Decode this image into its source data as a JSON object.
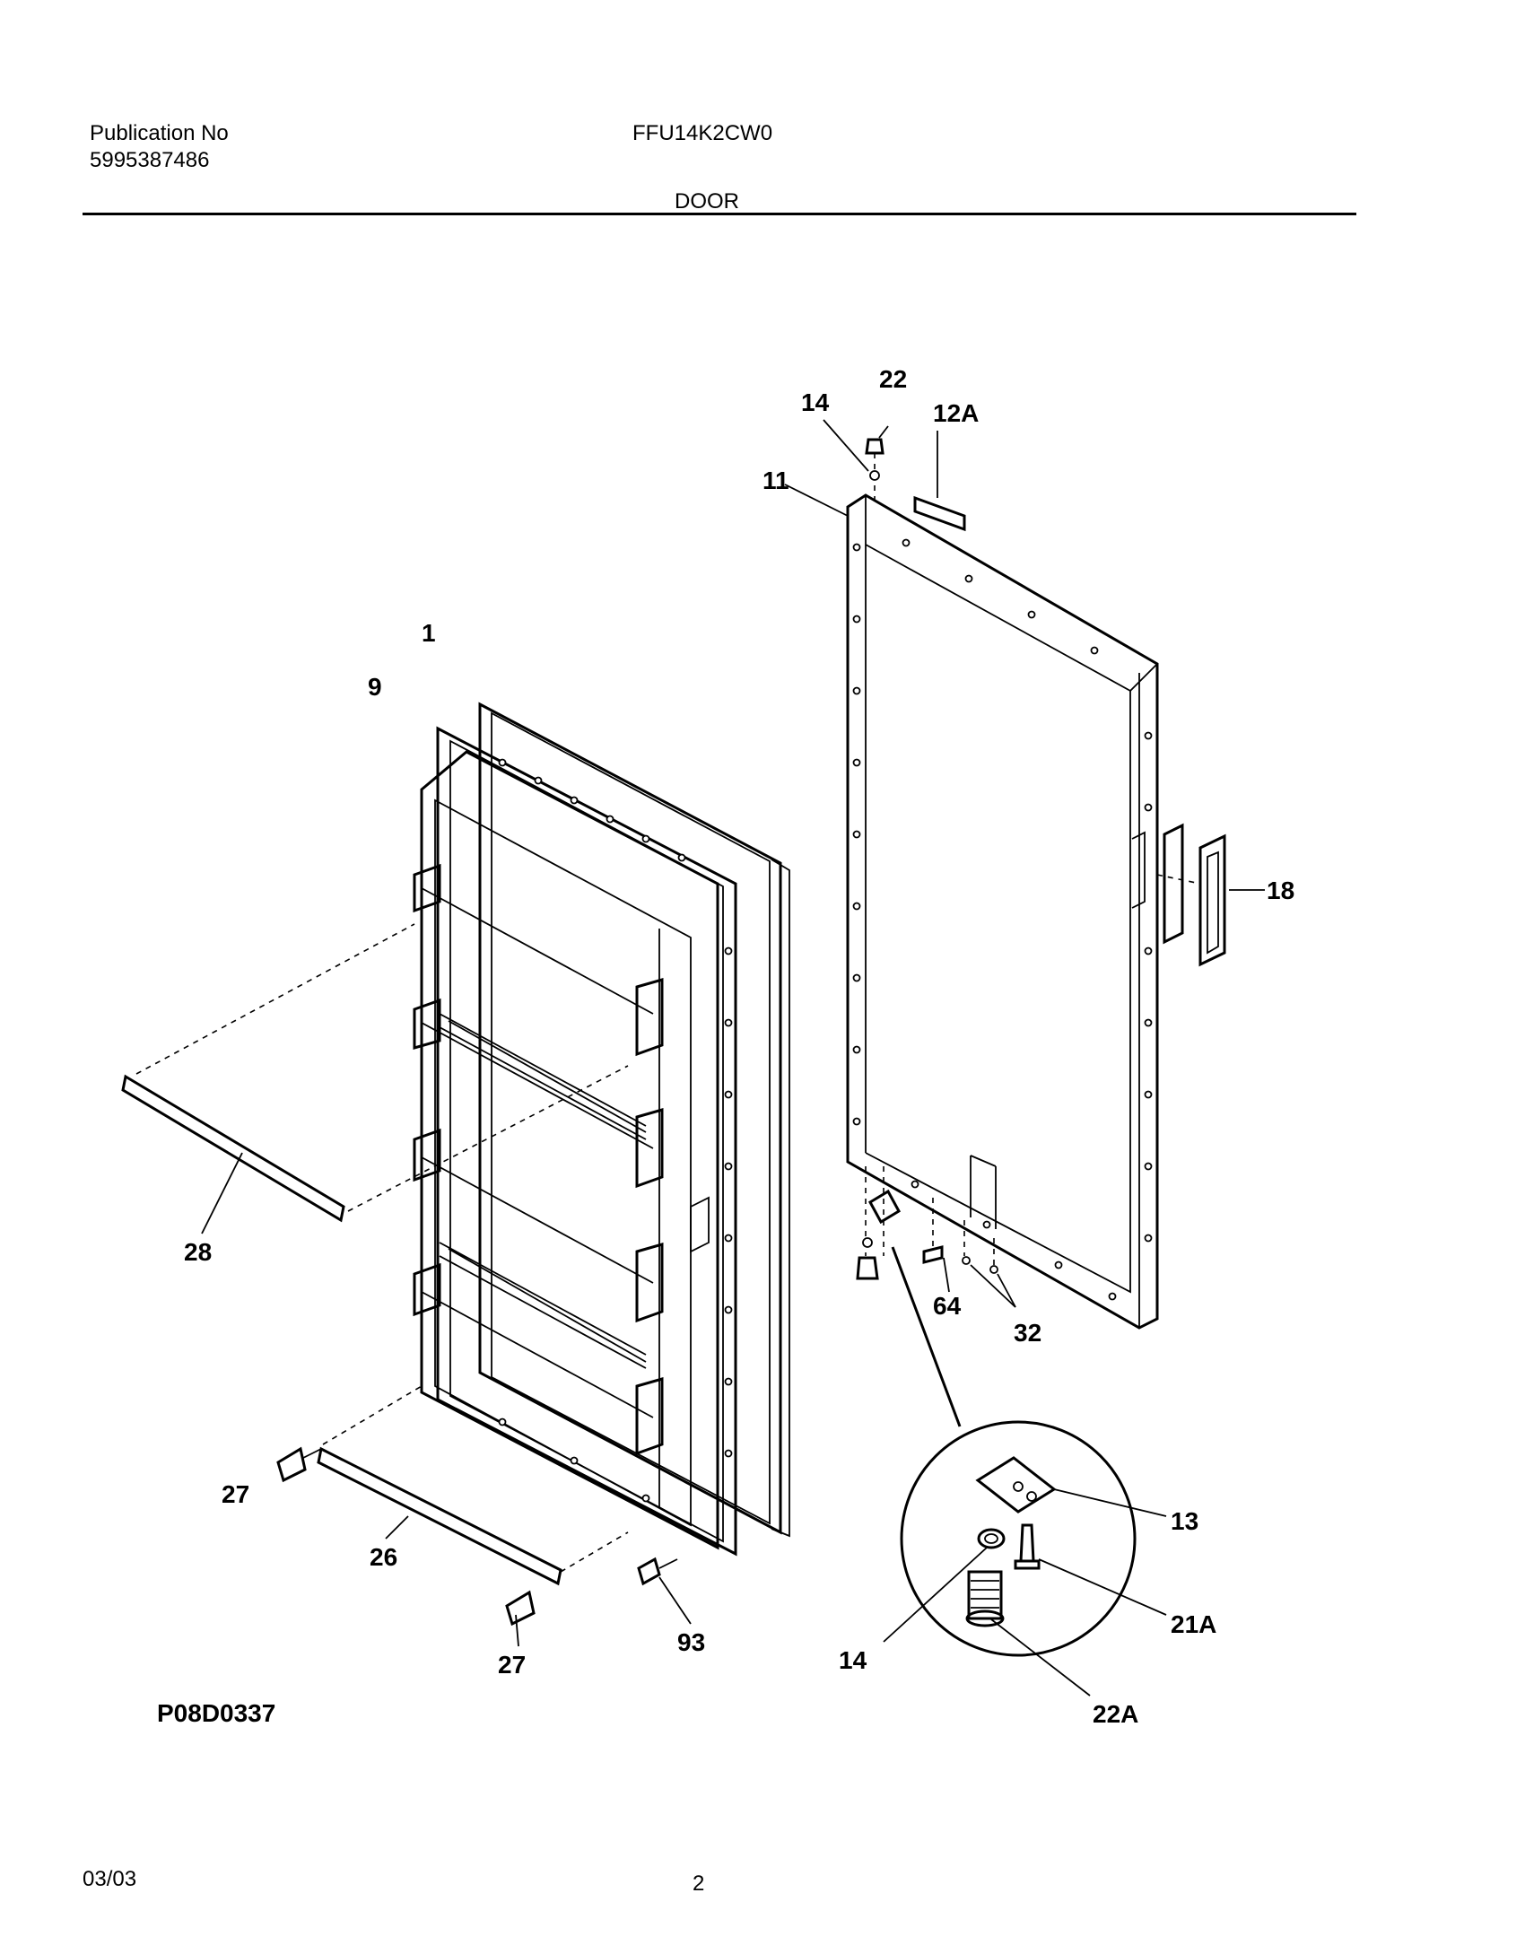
{
  "header": {
    "pub_label": "Publication No",
    "pub_number": "5995387486",
    "model": "FFU14K2CW0",
    "section": "DOOR"
  },
  "diagram_code": "P08D0337",
  "footer": {
    "date": "03/03",
    "page": "2"
  },
  "callouts": {
    "c1": "1",
    "c9": "9",
    "c28": "28",
    "c27a": "27",
    "c26": "26",
    "c27b": "27",
    "c93": "93",
    "c14a": "14",
    "c22": "22",
    "c12a": "12A",
    "c11": "11",
    "c18": "18",
    "c64": "64",
    "c32": "32",
    "c13": "13",
    "c14b": "14",
    "c21a": "21A",
    "c22a": "22A"
  }
}
